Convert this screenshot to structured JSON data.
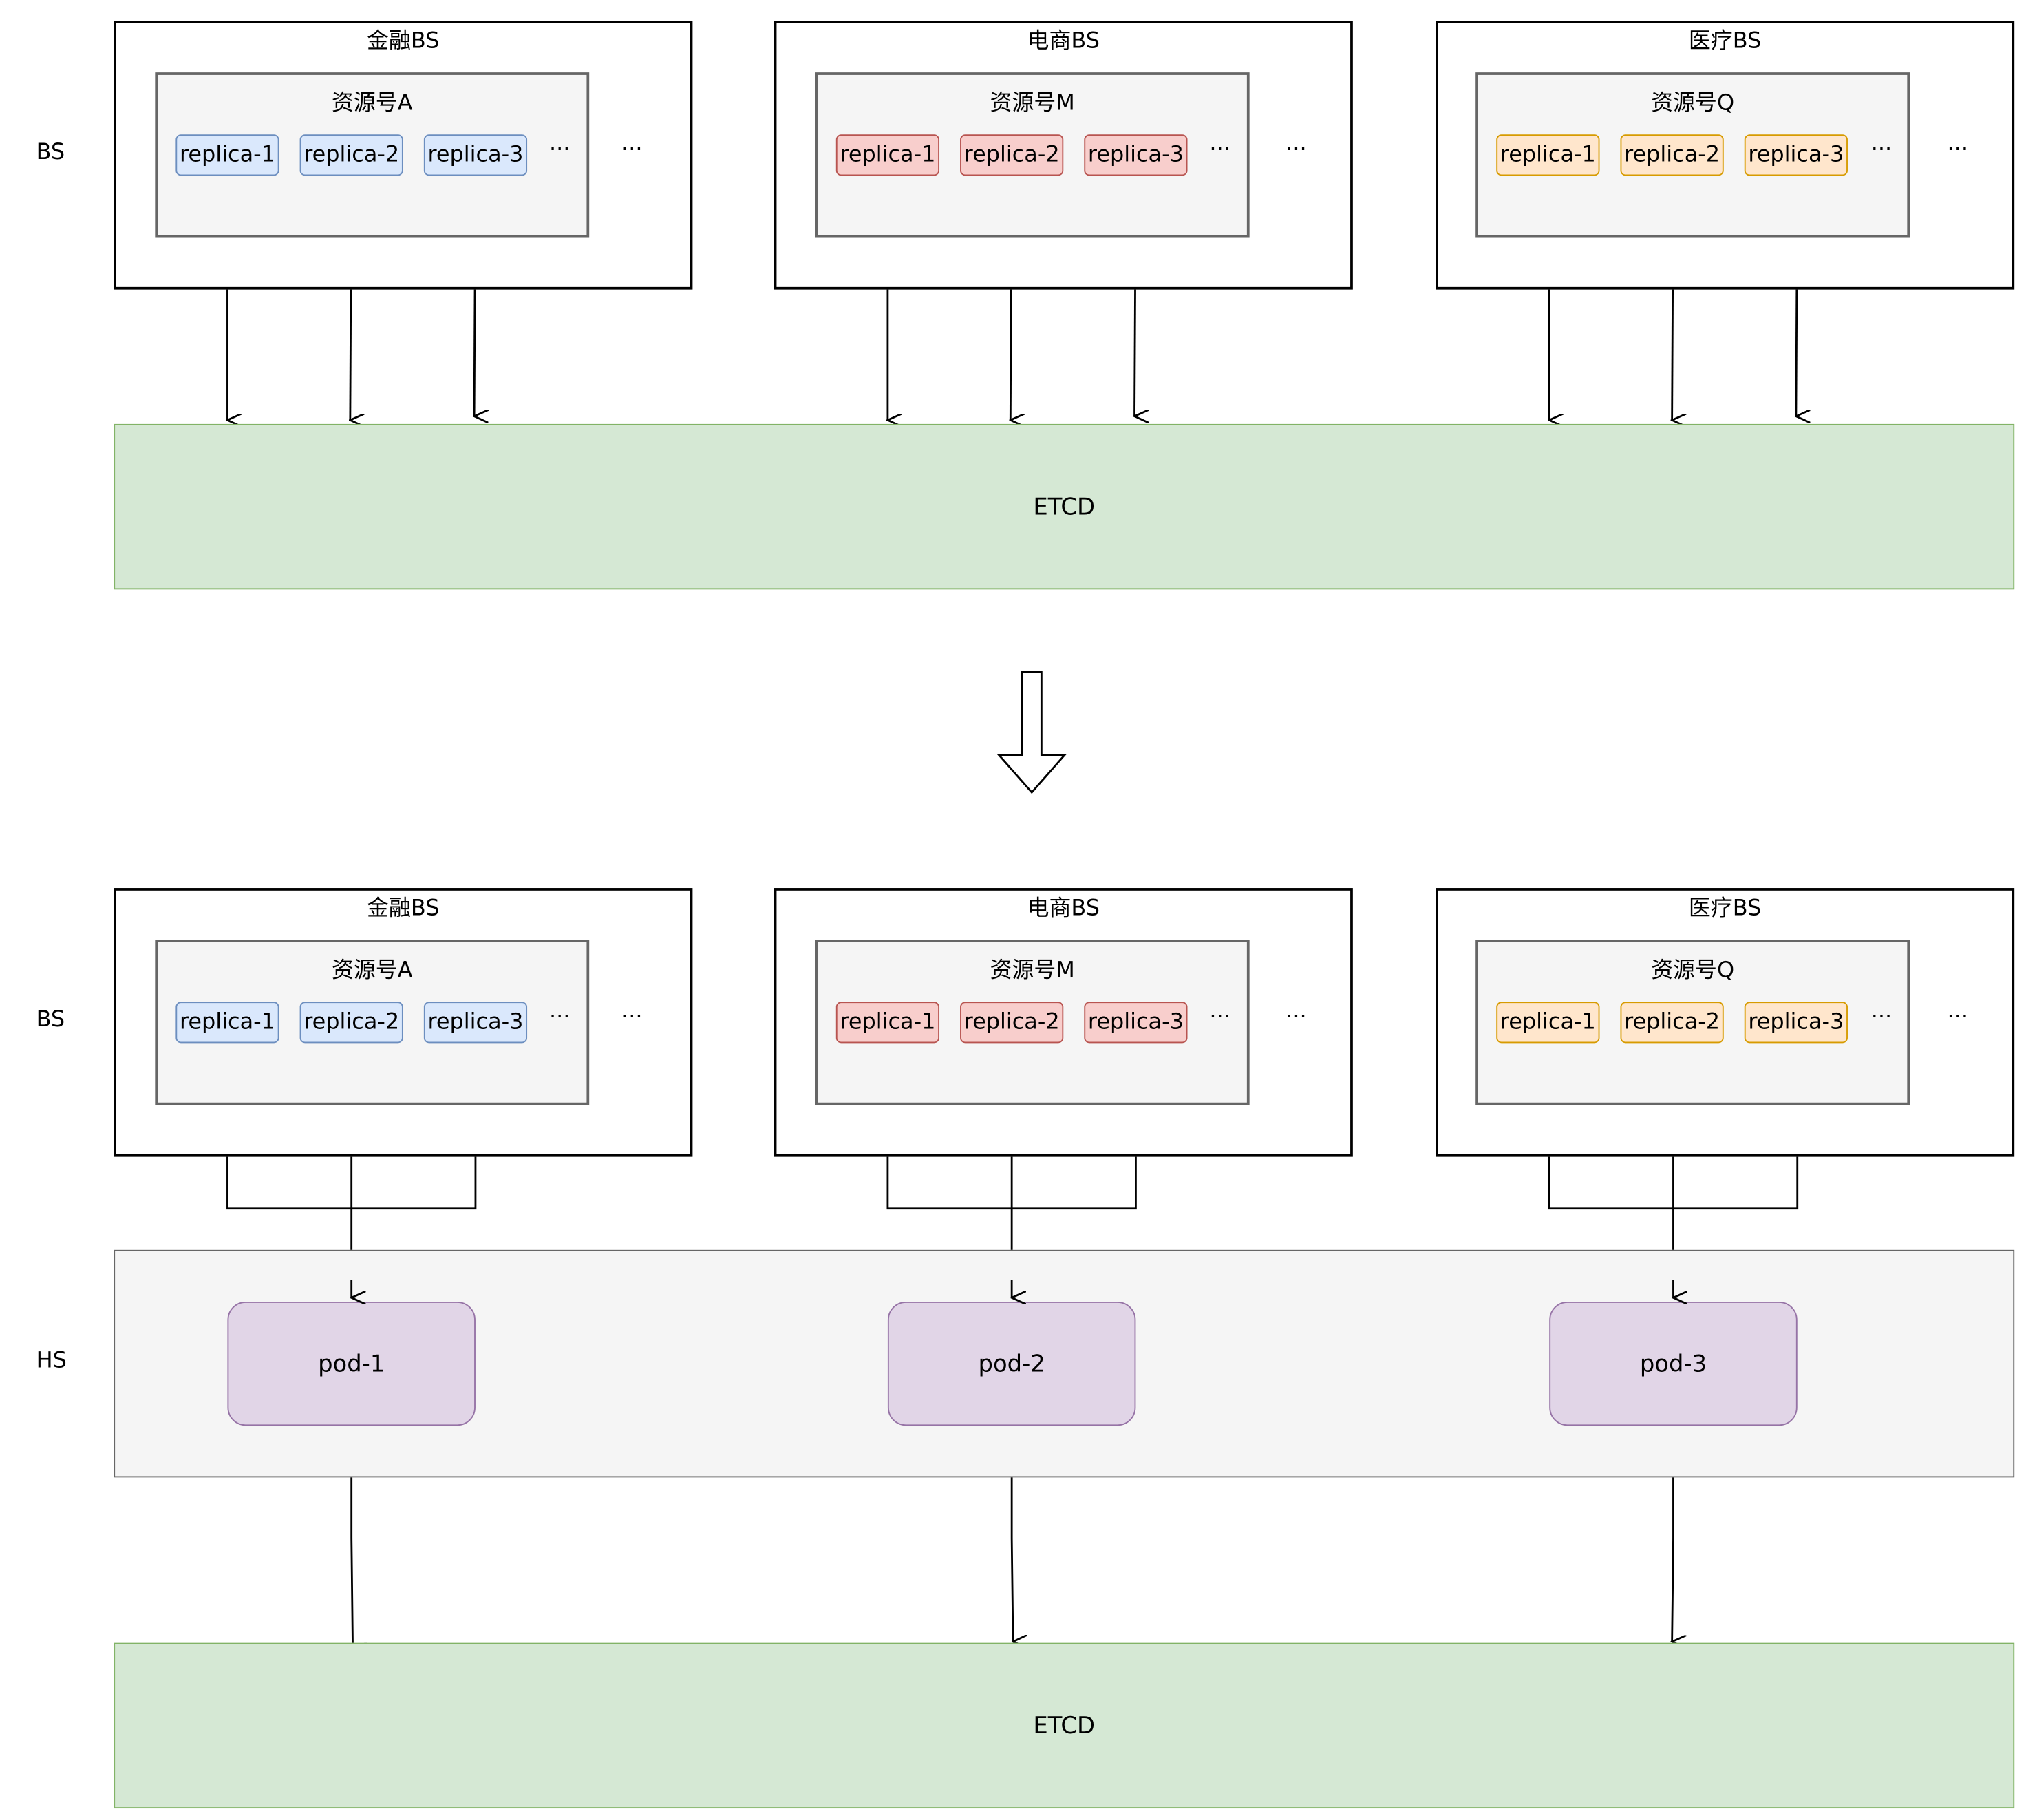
{
  "row_labels": {
    "bs_top": "BS",
    "bs_bottom": "BS",
    "hs": "HS"
  },
  "groups": [
    {
      "title": "金融BS",
      "resource": "资源号A",
      "replicas": [
        "replica-1",
        "replica-2",
        "replica-3"
      ],
      "inner_more": "···",
      "outer_more": "···",
      "color": "#dae8fc",
      "stroke": "#6c8ebf"
    },
    {
      "title": "电商BS",
      "resource": "资源号M",
      "replicas": [
        "replica-1",
        "replica-2",
        "replica-3"
      ],
      "inner_more": "···",
      "outer_more": "···",
      "color": "#f8cecc",
      "stroke": "#b85450"
    },
    {
      "title": "医疗BS",
      "resource": "资源号Q",
      "replicas": [
        "replica-1",
        "replica-2",
        "replica-3"
      ],
      "inner_more": "···",
      "outer_more": "···",
      "color": "#ffe6cc",
      "stroke": "#d79b00"
    }
  ],
  "etcd_top": "ETCD",
  "etcd_bottom": "ETCD",
  "pods": [
    "pod-1",
    "pod-2",
    "pod-3"
  ],
  "colors": {
    "etcd_fill": "#d5e8d4",
    "etcd_stroke": "#82b366",
    "pod_fill": "#e1d5e7",
    "pod_stroke": "#9673a6",
    "hs_fill": "#f5f5f5"
  }
}
